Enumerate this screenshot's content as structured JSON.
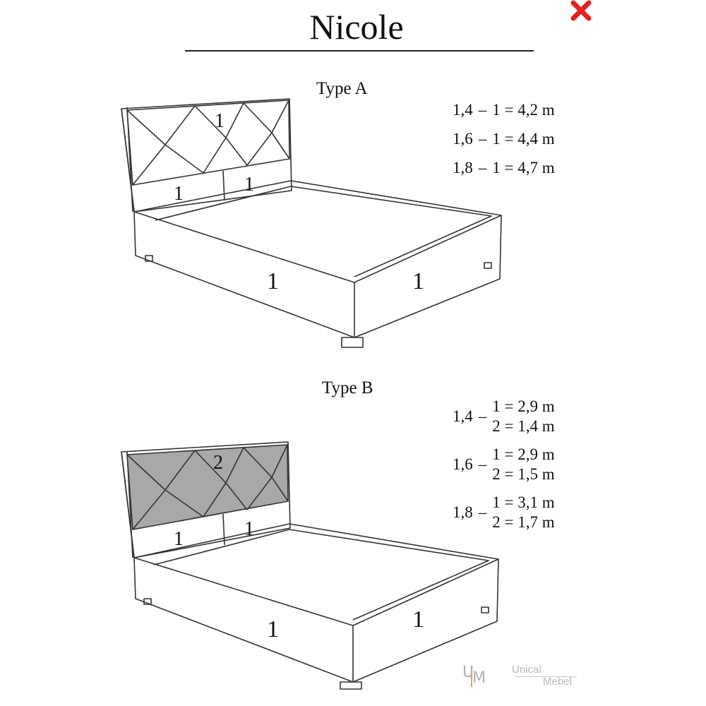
{
  "header": {
    "title": "Nicole",
    "close_icon": "close-icon",
    "close_color": "#e0241b"
  },
  "type_a": {
    "label": "Type A",
    "dimensions": [
      {
        "size": "1,4",
        "dash": "–",
        "value": "1 = 4,2 m"
      },
      {
        "size": "1,6",
        "dash": "–",
        "value": "1 = 4,4 m"
      },
      {
        "size": "1,8",
        "dash": "–",
        "value": "1 = 4,7 m"
      }
    ],
    "bed_labels": {
      "headboard_top": "1",
      "headboard_left": "1",
      "headboard_right": "1",
      "frame_front": "1",
      "frame_side": "1"
    }
  },
  "type_b": {
    "label": "Type B",
    "dimensions": [
      {
        "size": "1,4",
        "dash": "–",
        "line1": "1 = 2,9 m",
        "line2": "2 = 1,4 m"
      },
      {
        "size": "1,6",
        "dash": "–",
        "line1": "1 = 2,9 m",
        "line2": "2 = 1,5 m"
      },
      {
        "size": "1,8",
        "dash": "–",
        "line1": "1 = 3,1 m",
        "line2": "2 = 1,7 m"
      }
    ],
    "bed_labels": {
      "headboard_top": "2",
      "headboard_left": "1",
      "headboard_right": "1",
      "frame_front": "1",
      "frame_side": "1"
    },
    "panel_fill": "#a8a8a8"
  },
  "logo": {
    "mark_u": "U",
    "mark_m": "M",
    "word1": "Unical",
    "word2": "Mebel",
    "accent": "#e8a06a"
  }
}
